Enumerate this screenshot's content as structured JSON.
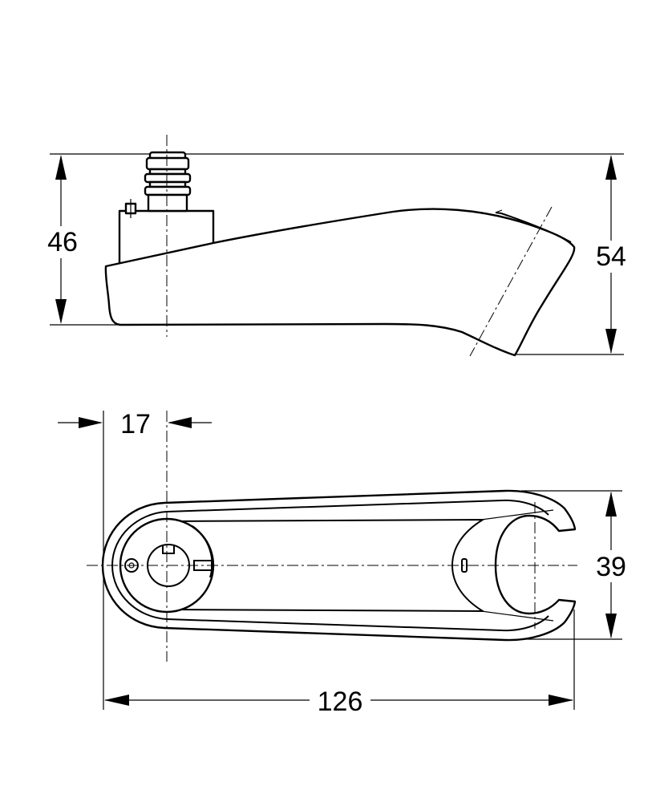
{
  "dimensions": {
    "side_height": "46",
    "overall_height": "54",
    "axis_offset": "17",
    "width": "39",
    "length": "126"
  },
  "colors": {
    "line": "#000000",
    "background": "#ffffff"
  }
}
